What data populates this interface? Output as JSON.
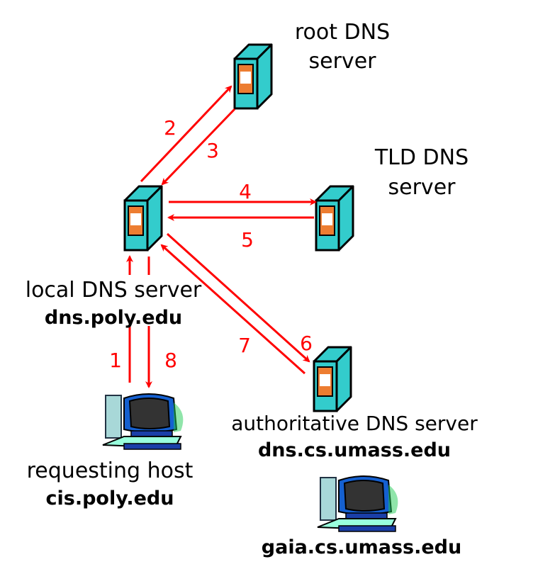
{
  "colors": {
    "arrow": "#ff0000",
    "server": "#33cccc",
    "server_panel": "#ed7d31"
  },
  "nodes": {
    "root": {
      "line1": "root DNS",
      "line2": "server",
      "icon": "server-icon"
    },
    "tld": {
      "line1": "TLD DNS",
      "line2": "server",
      "icon": "server-icon"
    },
    "local": {
      "line1": "local DNS server",
      "host": "dns.poly.edu",
      "icon": "server-icon"
    },
    "auth": {
      "line1": "authoritative DNS server",
      "host": "dns.cs.umass.edu",
      "icon": "server-icon"
    },
    "requesting": {
      "line1": "requesting host",
      "host": "cis.poly.edu",
      "icon": "computer-icon"
    },
    "gaia": {
      "host": "gaia.cs.umass.edu",
      "icon": "computer-icon"
    }
  },
  "steps": [
    "1",
    "2",
    "3",
    "4",
    "5",
    "6",
    "7",
    "8"
  ]
}
